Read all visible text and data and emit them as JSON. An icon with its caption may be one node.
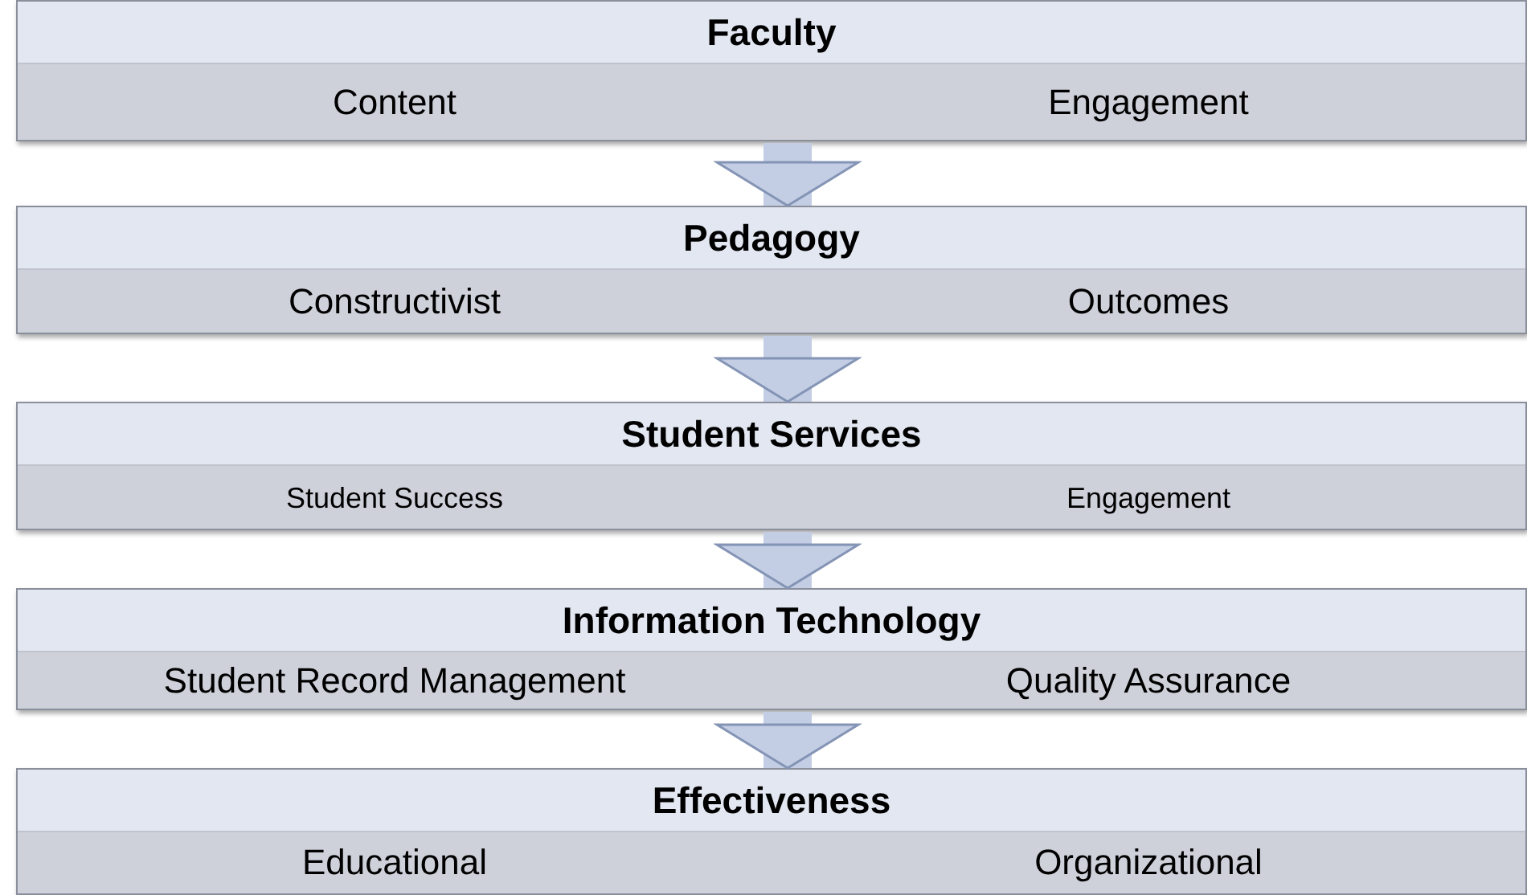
{
  "diagram": {
    "nodes": [
      {
        "text": [
          "Faculty",
          "Content",
          "Engagement"
        ]
      },
      {
        "text": [
          "Pedagogy",
          "Constructivist",
          "Outcomes"
        ]
      },
      {
        "text": [
          "Student Services",
          "Student Success",
          "Engagement"
        ]
      },
      {
        "text": [
          "Information Technology",
          "Student Record Management",
          "Quality Assurance"
        ]
      },
      {
        "text": [
          "Effectiveness",
          "Educational",
          "Organizational"
        ]
      }
    ],
    "edges": [
      {
        "from": 0,
        "to": 1,
        "arrow": "to"
      },
      {
        "from": 1,
        "to": 2,
        "arrow": "to"
      },
      {
        "from": 2,
        "to": 3,
        "arrow": "to"
      },
      {
        "from": 3,
        "to": 4,
        "arrow": "to"
      }
    ]
  }
}
